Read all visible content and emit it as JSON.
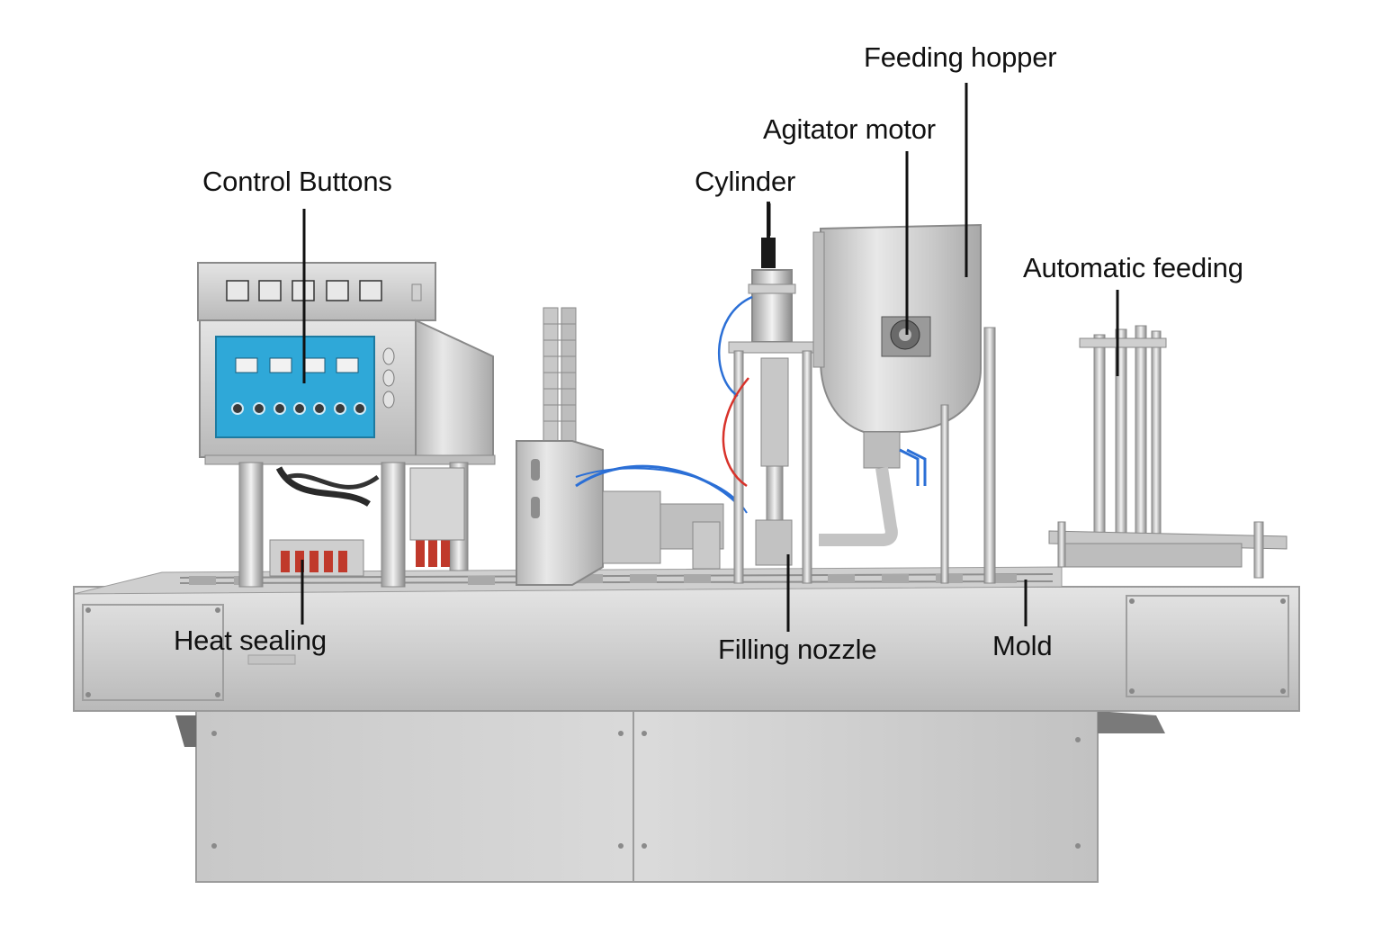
{
  "labels": {
    "feeding_hopper": "Feeding hopper",
    "agitator_motor": "Agitator motor",
    "cylinder": "Cylinder",
    "control_buttons": "Control Buttons",
    "automatic_feeding": "Automatic feeding",
    "heat_sealing": "Heat sealing",
    "filling_nozzle": "Filling nozzle",
    "mold": "Mold"
  },
  "colors": {
    "steel_light": "#d9d9d9",
    "steel_mid": "#bdbdbd",
    "steel_dark": "#8f8f8f",
    "control_panel": "#2fa8d8",
    "cylinder_sensor": "#1a1a1a",
    "air_hose": "#2b6fd6",
    "red_wire": "#d8322a",
    "red_cup_holders": "#c0392b",
    "label_text": "#111111"
  }
}
